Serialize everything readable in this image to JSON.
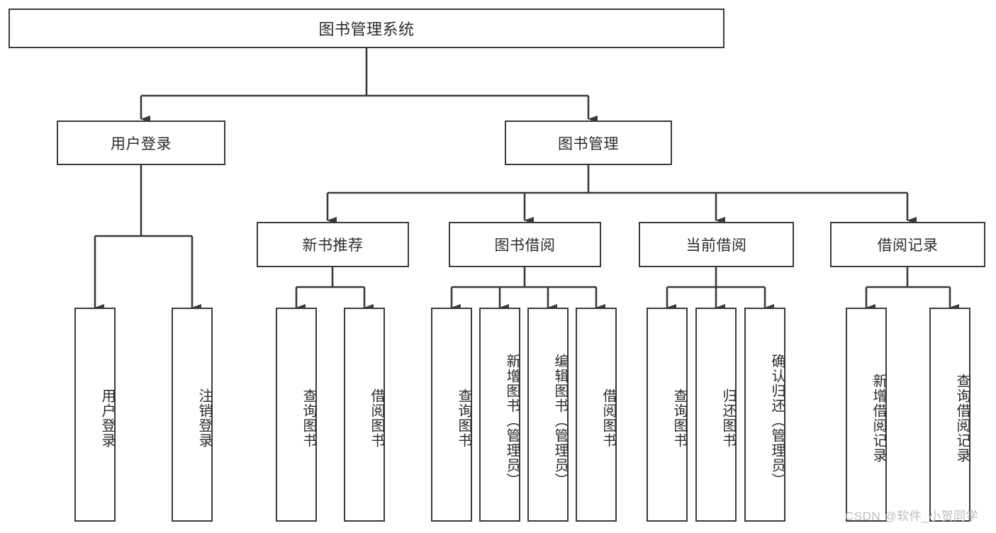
{
  "diagram": {
    "type": "tree-hierarchy-chart",
    "title": "图书管理系统",
    "line_color": "#3a3a3a",
    "box_fill": "#ffffff",
    "text_color": "#2b2b2b",
    "watermark": "CSDN @软件_小贺同学"
  },
  "nodes": {
    "root": {
      "label": "图书管理系统"
    },
    "level2": [
      {
        "label": "用户登录"
      },
      {
        "label": "图书管理"
      }
    ],
    "level3": [
      {
        "label": "新书推荐"
      },
      {
        "label": "图书借阅"
      },
      {
        "label": "当前借阅"
      },
      {
        "label": "借阅记录"
      }
    ],
    "leaves_user_login": [
      {
        "label": "用户登录"
      },
      {
        "label": "注销登录"
      }
    ],
    "leaves_new_books": [
      {
        "label": "查询图书"
      },
      {
        "label": "借阅图书"
      }
    ],
    "leaves_borrow": [
      {
        "label": "查询图书"
      },
      {
        "label": "新增图书（管理员）"
      },
      {
        "label": "编辑图书（管理员）"
      },
      {
        "label": "借阅图书"
      }
    ],
    "leaves_current": [
      {
        "label": "查询图书"
      },
      {
        "label": "归还图书"
      },
      {
        "label": "确认归还（管理员）"
      }
    ],
    "leaves_records": [
      {
        "label": "新增借阅记录"
      },
      {
        "label": "查询借阅记录"
      }
    ]
  }
}
